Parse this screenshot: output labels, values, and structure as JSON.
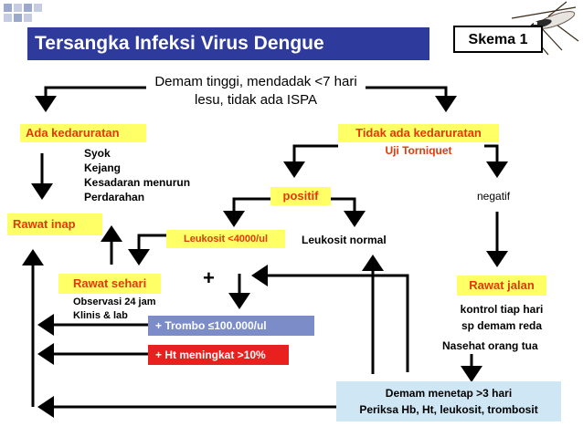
{
  "header": {
    "title": "Tersangka Infeksi Virus Dengue",
    "scheme_label": "Skema 1"
  },
  "top": {
    "line1": "Demam tinggi, mendadak <7 hari",
    "line2": "lesu, tidak ada ISPA"
  },
  "left": {
    "emergency": "Ada kedaruratan",
    "signs": [
      "Syok",
      "Kejang",
      "Kesadaran menurun",
      "Perdarahan"
    ],
    "hospitalize": "Rawat inap",
    "day_care": "Rawat sehari",
    "observe": [
      "Observasi 24 jam",
      "Klinis & lab"
    ]
  },
  "right": {
    "no_emergency": "Tidak ada kedaruratan",
    "tourniquet": "Uji Torniquet",
    "positive": "positif",
    "negative": "negatif",
    "outpatient": "Rawat jalan",
    "control": [
      "kontrol tiap hari",
      "sp demam reda"
    ],
    "advice": "Nasehat orang tua"
  },
  "middle": {
    "leukosit_low": "Leukosit <4000/ul",
    "leukosit_normal": "Leukosit normal",
    "plus": "+",
    "trombo": "+ Trombo ≤100.000/ul",
    "ht": "+ Ht meningkat >10%"
  },
  "bottom": {
    "line1": "Demam menetap >3 hari",
    "line2": "Periksa Hb, Ht, leukosit, trombosit"
  }
}
